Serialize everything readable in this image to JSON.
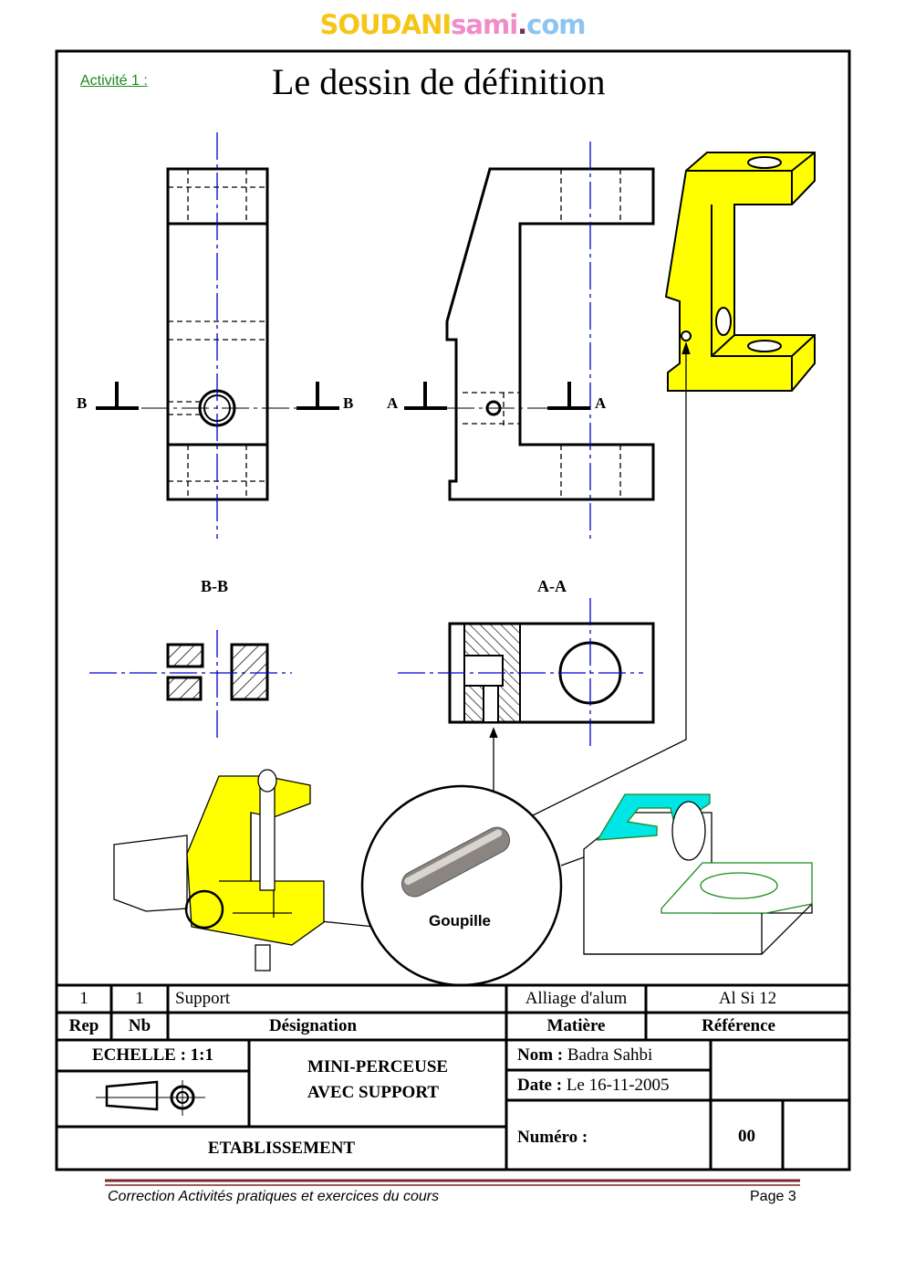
{
  "logo": {
    "part1": "SOUDANI",
    "part2": "sami",
    "part3": ".",
    "part4": "com"
  },
  "header": {
    "activity": "Activité 1 :",
    "title": "Le dessin de définition"
  },
  "drawing": {
    "section_marks": {
      "b_left": "B",
      "b_right": "B",
      "a_left": "A",
      "a_right": "A"
    },
    "section_labels": {
      "bb": "B-B",
      "aa": "A-A"
    },
    "callout": "Goupille"
  },
  "title_block": {
    "row1": {
      "rep": "1",
      "nb": "1",
      "designation": "Support",
      "matiere": "Alliage d'alum",
      "reference": "Al Si 12"
    },
    "headers": {
      "rep": "Rep",
      "nb": "Nb",
      "designation": "Désignation",
      "matiere": "Matière",
      "reference": "Référence"
    },
    "echelle": "ECHELLE : 1:1",
    "product_line1": "MINI-PERCEUSE",
    "product_line2": "AVEC SUPPORT",
    "etablissement": "ETABLISSEMENT",
    "nom_label": "Nom :",
    "nom_value": "Badra Sahbi",
    "date_label": "Date :",
    "date_value": "Le 16-11-2005",
    "numero_label": "Numéro :",
    "numero_value": "00"
  },
  "footer": {
    "text": "Correction Activités pratiques et exercices du cours",
    "page": "Page 3"
  },
  "colors": {
    "yellow": "#ffff00",
    "cyan": "#00e5e5",
    "axis": "#0000cc",
    "green": "#1a8a1a",
    "footer_rule": "#7a2a2a"
  }
}
